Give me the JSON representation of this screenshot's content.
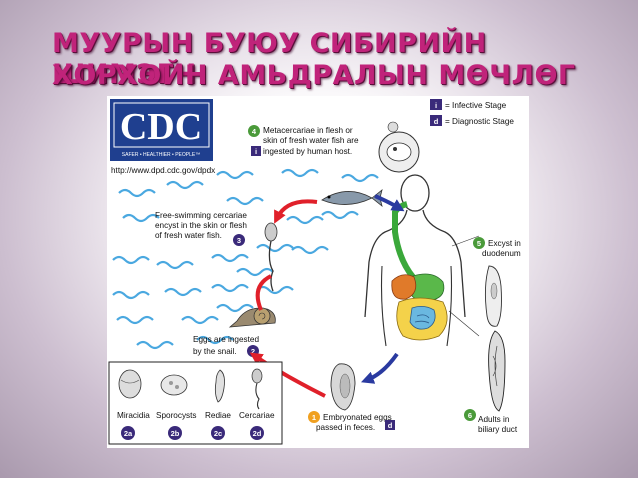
{
  "title": {
    "line1": "МУУРЫН БУЮУ СИБИРИЙН ШИМЭГЧ",
    "line2": "ХОРХОЙН АМЬДРАЛЫН МӨЧЛӨГ"
  },
  "logo": {
    "text": "CDC",
    "tagline": "SAFER • HEALTHIER • PEOPLE™",
    "url": "http://www.dpd.cdc.gov/dpdx"
  },
  "legend": {
    "infective": {
      "symbol": "i",
      "text": "= Infective Stage"
    },
    "diagnostic": {
      "symbol": "d",
      "text": "= Diagnostic Stage"
    }
  },
  "stages": {
    "s1": {
      "num": "1",
      "line1": "Embryonated eggs",
      "line2": "passed in feces."
    },
    "s2": {
      "num": "2",
      "line1": "Eggs are ingested",
      "line2": "by the snail."
    },
    "s3": {
      "num": "3",
      "line1": "Free-swimming cercariae",
      "line2": "encyst in the skin or flesh",
      "line3": "of fresh water fish."
    },
    "s4": {
      "num": "4",
      "line1": "Metacercariae in flesh or",
      "line2": "skin of fresh water fish are",
      "line3": "ingested by human host."
    },
    "s5": {
      "num": "5",
      "line1": "Excyst in",
      "line2": "duodenum"
    },
    "s6": {
      "num": "6",
      "line1": "Adults in",
      "line2": "biliary duct"
    }
  },
  "snail_stages": [
    {
      "label": "Miracidia",
      "badge": "2a"
    },
    {
      "label": "Sporocysts",
      "badge": "2b"
    },
    {
      "label": "Rediae",
      "badge": "2c"
    },
    {
      "label": "Cercariae",
      "badge": "2d"
    }
  ],
  "colors": {
    "title": "#c0237a",
    "badge": "#3a2a7a",
    "badge_orange": "#f0a020",
    "badge_green": "#4a9a3a",
    "arrow_red": "#e0202a",
    "arrow_blue": "#2a3aa0",
    "water": "#4aa8e0"
  }
}
